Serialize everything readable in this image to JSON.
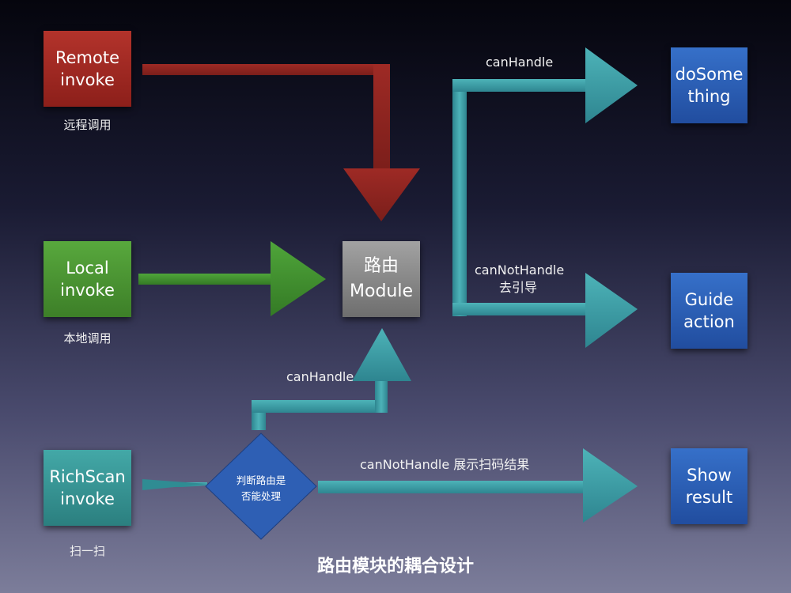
{
  "title": "路由模块的耦合设计",
  "nodes": {
    "remote": {
      "line1": "Remote",
      "line2": "invoke",
      "caption": "远程调用"
    },
    "local": {
      "line1": "Local",
      "line2": "invoke",
      "caption": "本地调用"
    },
    "richscan": {
      "line1": "RichScan",
      "line2": "invoke",
      "caption": "扫一扫"
    },
    "router": {
      "line1": "路由",
      "line2": "Module"
    },
    "dosomething": {
      "line1": "doSome",
      "line2": "thing"
    },
    "guide": {
      "line1": "Guide",
      "line2": "action"
    },
    "show": {
      "line1": "Show",
      "line2": "result"
    },
    "decision": {
      "line1": "判断路由是",
      "line2": "否能处理"
    }
  },
  "edges": {
    "can_handle_top": "canHandle",
    "cannot_handle_top_1": "canNotHandle",
    "cannot_handle_top_2": "去引导",
    "can_handle_bottom": "canHandle",
    "cannot_handle_bottom": "canNotHandle 展示扫码结果"
  },
  "colors": {
    "remote": "#a12a24",
    "local": "#4a9334",
    "richscan": "#3a9493",
    "router": "#8a8a8a",
    "target": "#2d5fb6",
    "arrow_red": "#8c2521",
    "arrow_green": "#3f8f2f",
    "arrow_teal": "#3a9ea4",
    "diamond": "#2e5fb4"
  }
}
